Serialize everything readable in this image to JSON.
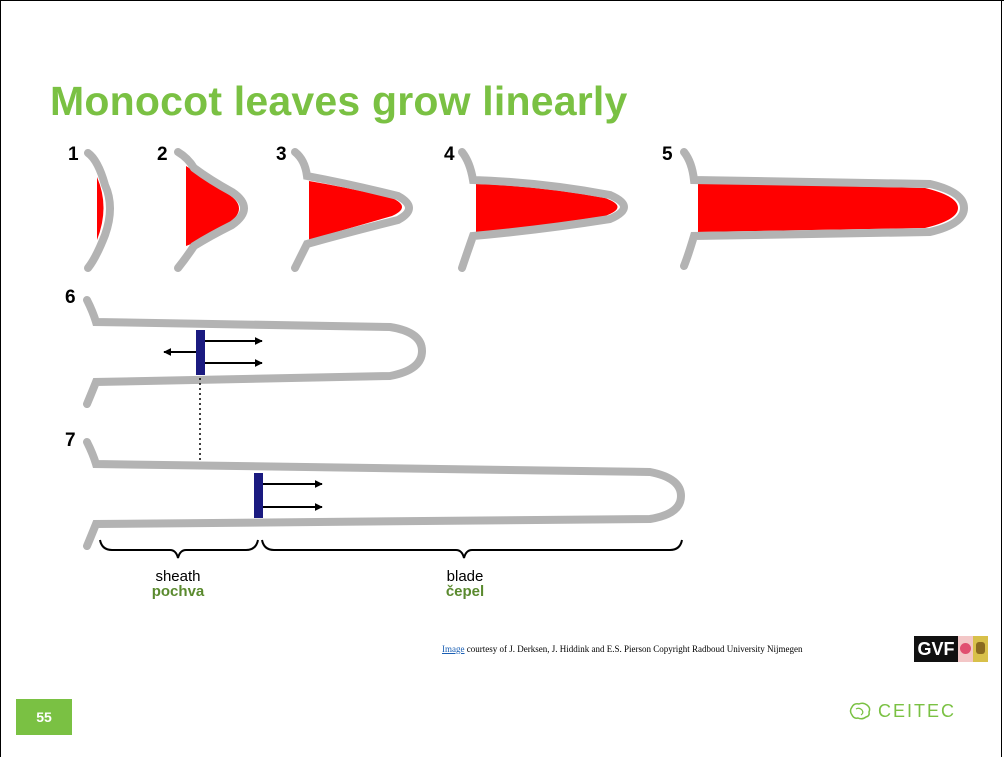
{
  "slide": {
    "title": "Monocot leaves grow linearly",
    "page_number": "55",
    "credit_link": "Image",
    "credit_text": " courtesy of J. Derksen, J. Hiddink and E.S. Pierson Copyright Radboud University Nijmegen",
    "gvf_label": "GVF",
    "logo_text": "CEITEC"
  },
  "diagram": {
    "stages": [
      "1",
      "2",
      "3",
      "4",
      "5",
      "6",
      "7"
    ],
    "sheath_label": "sheath",
    "sheath_label_cz": "pochva",
    "blade_label": "blade",
    "blade_label_cz": "čepel"
  },
  "colors": {
    "title": "#7ac143",
    "leaf_outline": "#b3b3b3",
    "meristem": "#ff0000",
    "intercalary_zone": "#1a1a80",
    "czech_label": "#5a8a2e",
    "badge": "#7ac143"
  }
}
